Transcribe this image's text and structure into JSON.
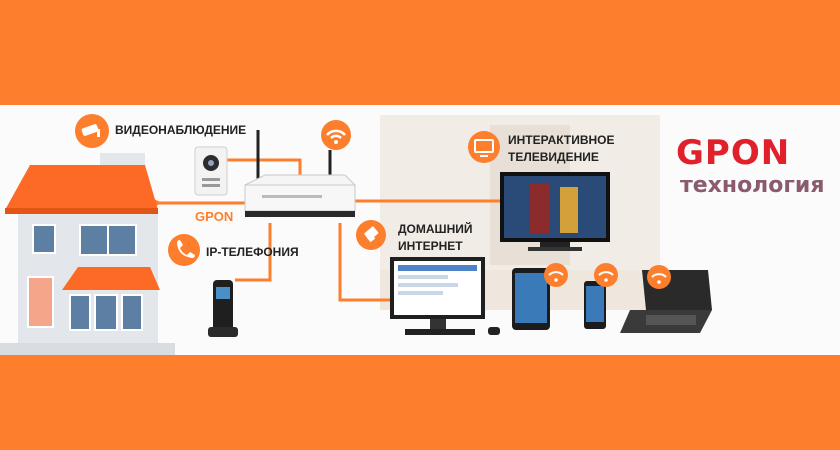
{
  "banner": {
    "labels": {
      "video": "ВИДЕОНАБЛЮДЕНИЕ",
      "gpon": "GPON",
      "ip_phone": "IP-ТЕЛЕФОНИЯ",
      "tv_line1": "ИНТЕРАКТИВНОЕ",
      "tv_line2": "ТЕЛЕВИДЕНИЕ",
      "internet_line1": "ДОМАШНИЙ",
      "internet_line2": "ИНТЕРНЕТ"
    },
    "brand": {
      "title": "GPON",
      "subtitle": "технология"
    },
    "colors": {
      "accent_orange": "#fd7f2e",
      "brand_red": "#e0202a",
      "brand_sub": "#8a5a6e"
    },
    "icons": [
      "cctv-icon",
      "phone-icon",
      "tv-icon",
      "usb-icon",
      "wifi-icon"
    ]
  }
}
